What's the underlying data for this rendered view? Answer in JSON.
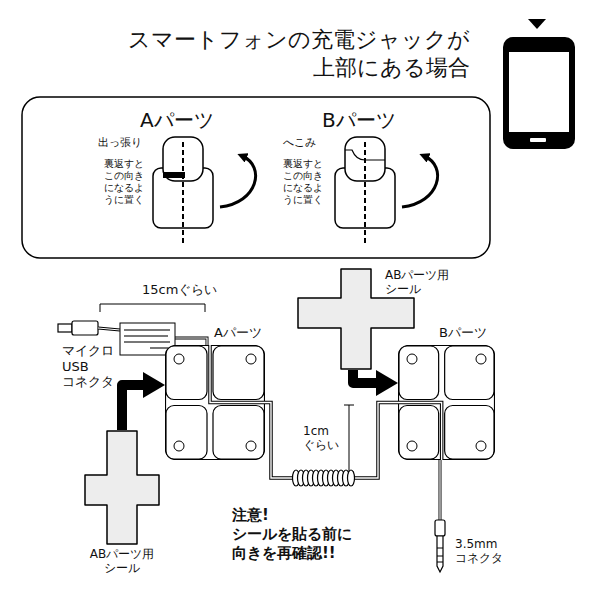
{
  "diagram": {
    "title": "スマートフォンの充電ジャックが 上部にある場合",
    "nodes": [
      {
        "text": [
          "ABパーツ用 シール"
        ]
      },
      {
        "text": [
          "Aパーツ"
        ]
      },
      {
        "text": [
          "Bパーツ"
        ]
      },
      {
        "text": [
          "ABパーツ用 シール"
        ]
      }
    ],
    "edges": [
      {
        "from": 3,
        "to": 1,
        "arrow": "to"
      },
      {
        "from": 0,
        "to": 2,
        "arrow": "to"
      },
      {
        "from": 1,
        "to": 2,
        "arrow": "none"
      }
    ],
    "labels": [
      "Aパーツ",
      "出っ張り",
      "裏返すと この向き になるよ うに置く",
      "Bパーツ",
      "へこみ",
      "裏返すと この向き になるよ うに置く",
      "15cmぐらい",
      "マイクロ USB コネクタ",
      "1cm ぐらい",
      "注意! シールを貼る前に 向きを再確認!!",
      "3.5mm コネクタ"
    ]
  }
}
